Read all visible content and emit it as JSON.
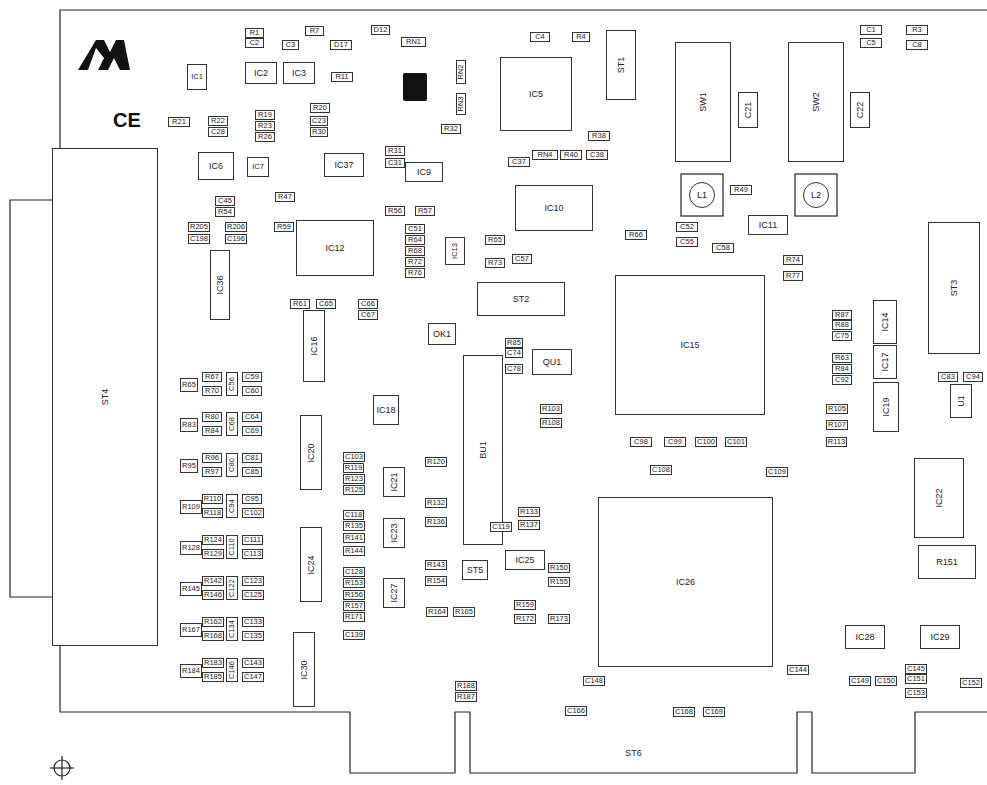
{
  "diagram": {
    "nodes": [
      {
        "text": [
          "R1"
        ]
      },
      {
        "text": [
          "C2"
        ]
      },
      {
        "text": [
          "R7"
        ]
      },
      {
        "text": [
          "C3"
        ]
      },
      {
        "text": [
          "D17"
        ]
      },
      {
        "text": [
          "D12"
        ]
      },
      {
        "text": [
          "RN1"
        ]
      },
      {
        "text": [
          "IC1"
        ]
      },
      {
        "text": [
          "IC2"
        ]
      },
      {
        "text": [
          "IC3"
        ]
      },
      {
        "text": [
          "R11"
        ]
      },
      {
        "text": [
          "RN2"
        ]
      },
      {
        "text": [
          "RN3"
        ]
      },
      {
        "text": [
          "C4"
        ]
      },
      {
        "text": [
          "R4"
        ]
      },
      {
        "text": [
          "IC5"
        ]
      },
      {
        "text": [
          "ST1"
        ]
      },
      {
        "text": [
          "C1"
        ]
      },
      {
        "text": [
          "R3"
        ]
      },
      {
        "text": [
          "C5"
        ]
      },
      {
        "text": [
          "C8"
        ]
      },
      {
        "text": [
          "SW1"
        ]
      },
      {
        "text": [
          "SW2"
        ]
      },
      {
        "text": [
          "C21"
        ]
      },
      {
        "text": [
          "C22"
        ]
      },
      {
        "text": [
          "R21"
        ]
      },
      {
        "text": [
          "R22"
        ]
      },
      {
        "text": [
          "C28"
        ]
      },
      {
        "text": [
          "R19"
        ]
      },
      {
        "text": [
          "R23"
        ]
      },
      {
        "text": [
          "R26"
        ]
      },
      {
        "text": [
          "R20"
        ]
      },
      {
        "text": [
          "C23"
        ]
      },
      {
        "text": [
          "R30"
        ]
      },
      {
        "text": [
          "R32"
        ]
      },
      {
        "text": [
          "IC6"
        ]
      },
      {
        "text": [
          "IC7"
        ]
      },
      {
        "text": [
          "IC37"
        ]
      },
      {
        "text": [
          "R31"
        ]
      },
      {
        "text": [
          "C31"
        ]
      },
      {
        "text": [
          "IC9"
        ]
      },
      {
        "text": [
          "C37"
        ]
      },
      {
        "text": [
          "RN4"
        ]
      },
      {
        "text": [
          "R40"
        ]
      },
      {
        "text": [
          "C38"
        ]
      },
      {
        "text": [
          "R38"
        ]
      },
      {
        "text": [
          "L1"
        ]
      },
      {
        "text": [
          "L2"
        ]
      },
      {
        "text": [
          "R49"
        ]
      },
      {
        "text": [
          "IC10"
        ]
      },
      {
        "text": [
          "IC11"
        ]
      },
      {
        "text": [
          "C45"
        ]
      },
      {
        "text": [
          "R54"
        ]
      },
      {
        "text": [
          "R47"
        ]
      },
      {
        "text": [
          "R205"
        ]
      },
      {
        "text": [
          "R206"
        ]
      },
      {
        "text": [
          "C198"
        ]
      },
      {
        "text": [
          "C196"
        ]
      },
      {
        "text": [
          "R59"
        ]
      },
      {
        "text": [
          "R56"
        ]
      },
      {
        "text": [
          "R57"
        ]
      },
      {
        "text": [
          "C51"
        ]
      },
      {
        "text": [
          "R64"
        ]
      },
      {
        "text": [
          "R68"
        ]
      },
      {
        "text": [
          "R72"
        ]
      },
      {
        "text": [
          "R76"
        ]
      },
      {
        "text": [
          "IC12"
        ]
      },
      {
        "text": [
          "IC13"
        ]
      },
      {
        "text": [
          "R65"
        ]
      },
      {
        "text": [
          "R73"
        ]
      },
      {
        "text": [
          "C57"
        ]
      },
      {
        "text": [
          "C52"
        ]
      },
      {
        "text": [
          "C55"
        ]
      },
      {
        "text": [
          "C58"
        ]
      },
      {
        "text": [
          "R66"
        ]
      },
      {
        "text": [
          "R74"
        ]
      },
      {
        "text": [
          "R77"
        ]
      },
      {
        "text": [
          "ST3"
        ]
      },
      {
        "text": [
          "IC36"
        ]
      },
      {
        "text": [
          "R61"
        ]
      },
      {
        "text": [
          "C65"
        ]
      },
      {
        "text": [
          "C66"
        ]
      },
      {
        "text": [
          "C67"
        ]
      },
      {
        "text": [
          "ST2"
        ]
      },
      {
        "text": [
          "IC15"
        ]
      },
      {
        "text": [
          "IC16"
        ]
      },
      {
        "text": [
          "OK1"
        ]
      },
      {
        "text": [
          "R87"
        ]
      },
      {
        "text": [
          "R88"
        ]
      },
      {
        "text": [
          "C75"
        ]
      },
      {
        "text": [
          "IC14"
        ]
      },
      {
        "text": [
          "R85"
        ]
      },
      {
        "text": [
          "C74"
        ]
      },
      {
        "text": [
          "C78"
        ]
      },
      {
        "text": [
          "QU1"
        ]
      },
      {
        "text": [
          "BU1"
        ]
      },
      {
        "text": [
          "R63"
        ]
      },
      {
        "text": [
          "R84"
        ]
      },
      {
        "text": [
          "C92"
        ]
      },
      {
        "text": [
          "IC17"
        ]
      },
      {
        "text": [
          "C83"
        ]
      },
      {
        "text": [
          "C94"
        ]
      },
      {
        "text": [
          "U1"
        ]
      },
      {
        "text": [
          "IC19"
        ]
      },
      {
        "text": [
          "R105"
        ]
      },
      {
        "text": [
          "R107"
        ]
      },
      {
        "text": [
          "R113"
        ]
      },
      {
        "text": [
          "R103"
        ]
      },
      {
        "text": [
          "R108"
        ]
      },
      {
        "text": [
          "C98"
        ]
      },
      {
        "text": [
          "C99"
        ]
      },
      {
        "text": [
          "C100"
        ]
      },
      {
        "text": [
          "C101"
        ]
      },
      {
        "text": [
          "C108"
        ]
      },
      {
        "text": [
          "C109"
        ]
      },
      {
        "text": [
          "IC22"
        ]
      },
      {
        "text": [
          "R151"
        ]
      },
      {
        "text": [
          "IC18"
        ]
      },
      {
        "text": [
          "IC20"
        ]
      },
      {
        "text": [
          "C103"
        ]
      },
      {
        "text": [
          "R119"
        ]
      },
      {
        "text": [
          "R123"
        ]
      },
      {
        "text": [
          "R125"
        ]
      },
      {
        "text": [
          "C118"
        ]
      },
      {
        "text": [
          "R135"
        ]
      },
      {
        "text": [
          "R141"
        ]
      },
      {
        "text": [
          "R144"
        ]
      },
      {
        "text": [
          "C128"
        ]
      },
      {
        "text": [
          "R153"
        ]
      },
      {
        "text": [
          "R156"
        ]
      },
      {
        "text": [
          "R157"
        ]
      },
      {
        "text": [
          "R171"
        ]
      },
      {
        "text": [
          "C139"
        ]
      },
      {
        "text": [
          "IC21"
        ]
      },
      {
        "text": [
          "IC23"
        ]
      },
      {
        "text": [
          "IC24"
        ]
      },
      {
        "text": [
          "IC27"
        ]
      },
      {
        "text": [
          "IC30"
        ]
      },
      {
        "text": [
          "R120"
        ]
      },
      {
        "text": [
          "R132"
        ]
      },
      {
        "text": [
          "R136"
        ]
      },
      {
        "text": [
          "R143"
        ]
      },
      {
        "text": [
          "R154"
        ]
      },
      {
        "text": [
          "R164"
        ]
      },
      {
        "text": [
          "R165"
        ]
      },
      {
        "text": [
          "ST5"
        ]
      },
      {
        "text": [
          "IC25"
        ]
      },
      {
        "text": [
          "R133"
        ]
      },
      {
        "text": [
          "R137"
        ]
      },
      {
        "text": [
          "C119"
        ]
      },
      {
        "text": [
          "R150"
        ]
      },
      {
        "text": [
          "R155"
        ]
      },
      {
        "text": [
          "R159"
        ]
      },
      {
        "text": [
          "R172"
        ]
      },
      {
        "text": [
          "R173"
        ]
      },
      {
        "text": [
          "IC26"
        ]
      },
      {
        "text": [
          "IC28"
        ]
      },
      {
        "text": [
          "IC29"
        ]
      },
      {
        "text": [
          "C144"
        ]
      },
      {
        "text": [
          "C148"
        ]
      },
      {
        "text": [
          "R188"
        ]
      },
      {
        "text": [
          "R187"
        ]
      },
      {
        "text": [
          "C166"
        ]
      },
      {
        "text": [
          "C168"
        ]
      },
      {
        "text": [
          "C169"
        ]
      },
      {
        "text": [
          "C149"
        ]
      },
      {
        "text": [
          "C150"
        ]
      },
      {
        "text": [
          "C145"
        ]
      },
      {
        "text": [
          "C151"
        ]
      },
      {
        "text": [
          "C153"
        ]
      },
      {
        "text": [
          "C152"
        ]
      },
      {
        "text": [
          "ST4"
        ]
      },
      {
        "text": [
          "ST6"
        ]
      },
      {
        "text": [
          "R65"
        ]
      },
      {
        "text": [
          "R67"
        ]
      },
      {
        "text": [
          "R70"
        ]
      },
      {
        "text": [
          "C56"
        ]
      },
      {
        "text": [
          "C59"
        ]
      },
      {
        "text": [
          "C60"
        ]
      },
      {
        "text": [
          "R83"
        ]
      },
      {
        "text": [
          "R80"
        ]
      },
      {
        "text": [
          "R84"
        ]
      },
      {
        "text": [
          "C68"
        ]
      },
      {
        "text": [
          "C64"
        ]
      },
      {
        "text": [
          "C69"
        ]
      },
      {
        "text": [
          "R95"
        ]
      },
      {
        "text": [
          "R96"
        ]
      },
      {
        "text": [
          "R97"
        ]
      },
      {
        "text": [
          "C80"
        ]
      },
      {
        "text": [
          "C81"
        ]
      },
      {
        "text": [
          "C85"
        ]
      },
      {
        "text": [
          "R109"
        ]
      },
      {
        "text": [
          "R110"
        ]
      },
      {
        "text": [
          "R118"
        ]
      },
      {
        "text": [
          "C94"
        ]
      },
      {
        "text": [
          "C95"
        ]
      },
      {
        "text": [
          "C102"
        ]
      },
      {
        "text": [
          "R128"
        ]
      },
      {
        "text": [
          "R124"
        ]
      },
      {
        "text": [
          "R129"
        ]
      },
      {
        "text": [
          "C110"
        ]
      },
      {
        "text": [
          "C111"
        ]
      },
      {
        "text": [
          "C113"
        ]
      },
      {
        "text": [
          "R145"
        ]
      },
      {
        "text": [
          "R142"
        ]
      },
      {
        "text": [
          "R146"
        ]
      },
      {
        "text": [
          "C122"
        ]
      },
      {
        "text": [
          "C123"
        ]
      },
      {
        "text": [
          "C125"
        ]
      },
      {
        "text": [
          "R167"
        ]
      },
      {
        "text": [
          "R162"
        ]
      },
      {
        "text": [
          "R168"
        ]
      },
      {
        "text": [
          "C134"
        ]
      },
      {
        "text": [
          "C133"
        ]
      },
      {
        "text": [
          "C135"
        ]
      },
      {
        "text": [
          "R184"
        ]
      },
      {
        "text": [
          "R183"
        ]
      },
      {
        "text": [
          "R185"
        ]
      },
      {
        "text": [
          "C146"
        ]
      },
      {
        "text": [
          "C143"
        ]
      },
      {
        "text": [
          "C147"
        ]
      }
    ],
    "labels": [
      "CE"
    ]
  }
}
